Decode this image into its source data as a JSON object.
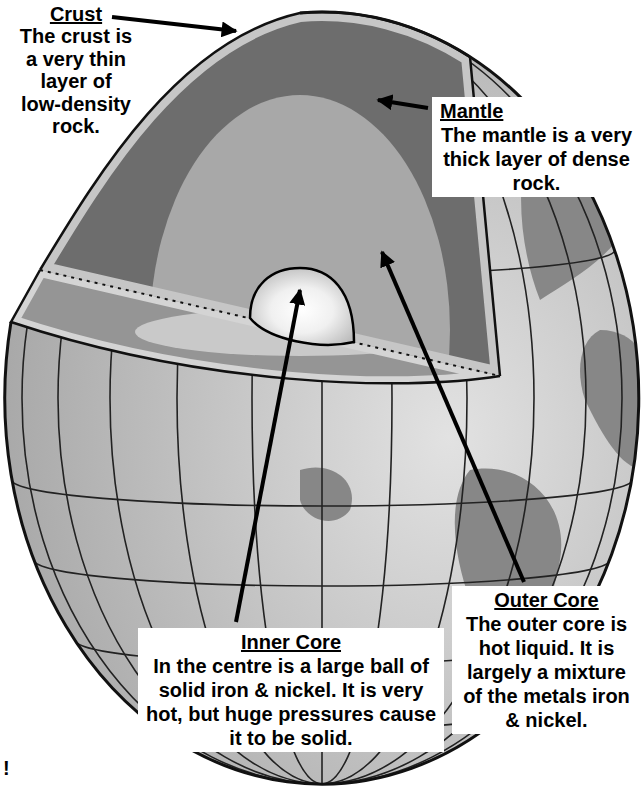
{
  "diagram": {
    "labels": [
      "Crust",
      "The crust is a very thin layer of low-density rock.",
      "Mantle",
      "The mantle is a very thick layer of dense rock.",
      "Inner Core",
      "In the centre is a large ball of solid iron & nickel. It is very hot, but huge pressures cause it to be solid.",
      "Outer Core",
      "The outer core is hot liquid. It is largely a mixture of the metals iron & nickel.",
      "!"
    ]
  }
}
